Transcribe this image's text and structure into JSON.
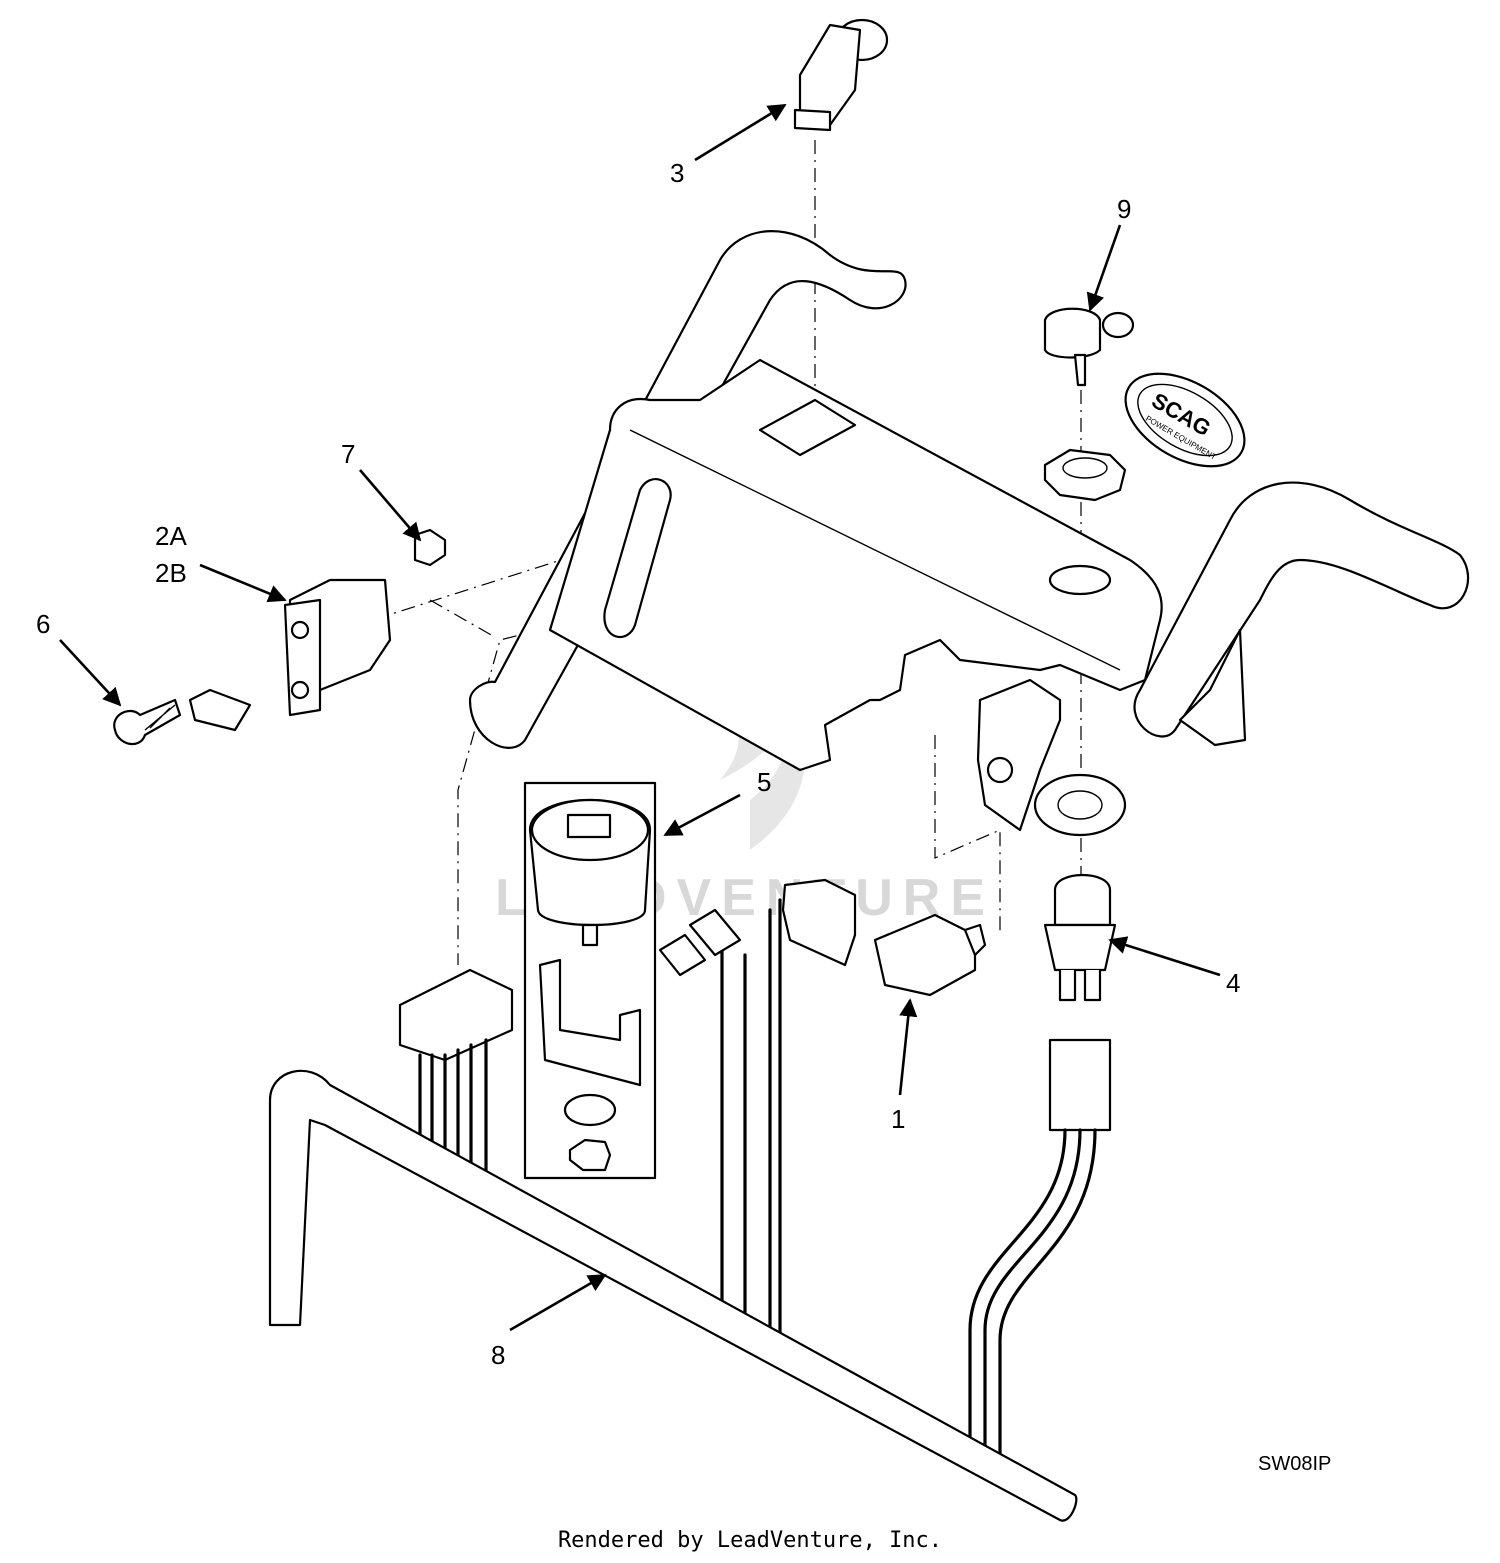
{
  "callouts": {
    "c1": "1",
    "c2a": "2A",
    "c2b": "2B",
    "c3": "3",
    "c4": "4",
    "c5": "5",
    "c6": "6",
    "c7": "7",
    "c8": "8",
    "c9": "9"
  },
  "key_fob_brand": "SCAG",
  "key_fob_subtitle": "POWER EQUIPMENT",
  "watermark_text": "LEADVENTURE",
  "drawing_code": "SW08IP",
  "footer_text": "Rendered by LeadVenture, Inc."
}
